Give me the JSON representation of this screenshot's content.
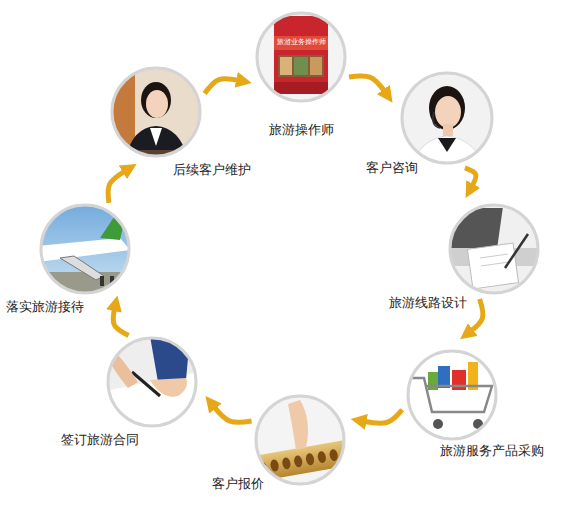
{
  "diagram": {
    "nodes": [
      {
        "text": [
          "旅游操作师"
        ]
      },
      {
        "text": [
          "客户咨询"
        ]
      },
      {
        "text": [
          "旅游线路设计"
        ]
      },
      {
        "text": [
          "旅游服务产品采购"
        ]
      },
      {
        "text": [
          "客户报价"
        ]
      },
      {
        "text": [
          "签订旅游合同"
        ]
      },
      {
        "text": [
          "落实旅游接待"
        ]
      },
      {
        "text": [
          "后续客户维护"
        ]
      }
    ],
    "edges": [
      {
        "from": 0,
        "to": 1,
        "arrow": "to"
      },
      {
        "from": 1,
        "to": 2,
        "arrow": "to"
      },
      {
        "from": 2,
        "to": 3,
        "arrow": "to"
      },
      {
        "from": 3,
        "to": 4,
        "arrow": "to"
      },
      {
        "from": 4,
        "to": 5,
        "arrow": "to"
      },
      {
        "from": 5,
        "to": 6,
        "arrow": "to"
      },
      {
        "from": 6,
        "to": 7,
        "arrow": "to"
      },
      {
        "from": 7,
        "to": 0,
        "arrow": "to"
      }
    ],
    "labels": [
      "旅游业务操作师"
    ]
  }
}
